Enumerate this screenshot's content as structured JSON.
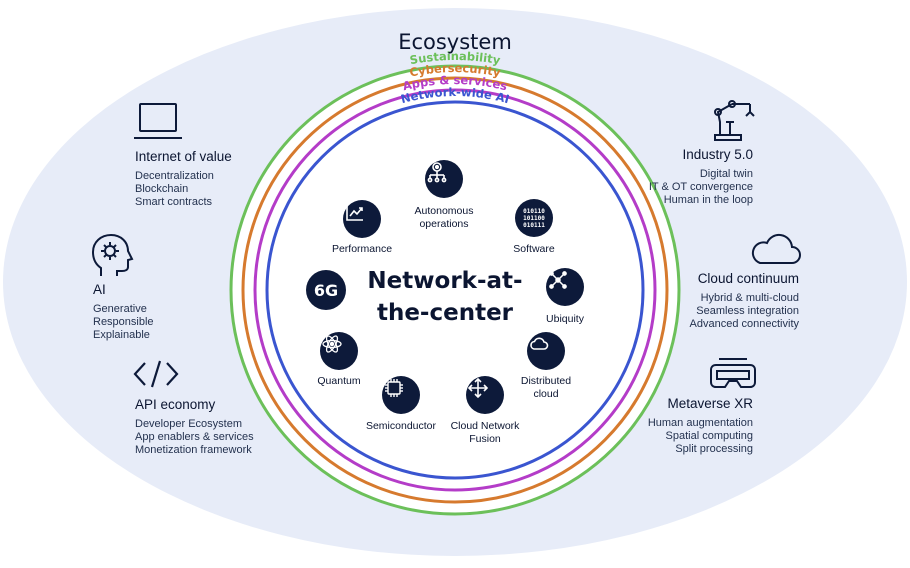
{
  "ecosystem_label": "Ecosystem",
  "rings": [
    {
      "label": "Sustainability",
      "color": "#6cc05a"
    },
    {
      "label": "Cybersecurity",
      "color": "#d67a2e"
    },
    {
      "label": "Apps & services",
      "color": "#b43cc8"
    },
    {
      "label": "Network-wide AI",
      "color": "#3a55d0"
    }
  ],
  "center": {
    "line1": "Network-at-",
    "line2": "the-center"
  },
  "inner_items": {
    "autonomous": {
      "line1": "Autonomous",
      "line2": "operations",
      "icon": "network-tree-icon"
    },
    "software": {
      "label": "Software",
      "icon": "binary-code-icon",
      "code": [
        "010110",
        "101100",
        "010111"
      ]
    },
    "ubiquity": {
      "label": "Ubiquity",
      "icon": "hub-nodes-icon"
    },
    "distributed": {
      "line1": "Distributed",
      "line2": "cloud",
      "icon": "cloud-icon"
    },
    "fusion": {
      "line1": "Cloud Network",
      "line2": "Fusion",
      "icon": "move-arrows-icon"
    },
    "semiconductor": {
      "label": "Semiconductor",
      "icon": "chip-icon"
    },
    "quantum": {
      "label": "Quantum",
      "icon": "atom-icon"
    },
    "badge_6g": {
      "label": "6G"
    },
    "performance": {
      "label": "Performance",
      "icon": "trend-chart-icon"
    }
  },
  "left_blocks": {
    "internet": {
      "title": "Internet of value",
      "lines": [
        "Decentralization",
        "Blockchain",
        "Smart contracts"
      ],
      "icon": "laptop-icon"
    },
    "ai": {
      "title": "AI",
      "lines": [
        "Generative",
        "Responsible",
        "Explainable"
      ],
      "icon": "head-gear-icon"
    },
    "api": {
      "title": "API economy",
      "lines": [
        "Developer Ecosystem",
        "App enablers & services",
        "Monetization framework"
      ],
      "icon": "code-brackets-icon"
    }
  },
  "right_blocks": {
    "industry": {
      "title": "Industry 5.0",
      "lines": [
        "Digital twin",
        "IT & OT convergence",
        "Human in the loop"
      ],
      "icon": "robot-arm-icon"
    },
    "cloud": {
      "title": "Cloud continuum",
      "lines": [
        "Hybrid & multi-cloud",
        "Seamless integration",
        "Advanced connectivity"
      ],
      "icon": "cloud-outline-icon"
    },
    "metaverse": {
      "title": "Metaverse XR",
      "lines": [
        "Human augmentation",
        "Spatial computing",
        "Split processing"
      ],
      "icon": "vr-headset-icon"
    }
  },
  "colors": {
    "ellipse_fill": "#e7ecf8",
    "dark_navy": "#0d1a3a"
  }
}
